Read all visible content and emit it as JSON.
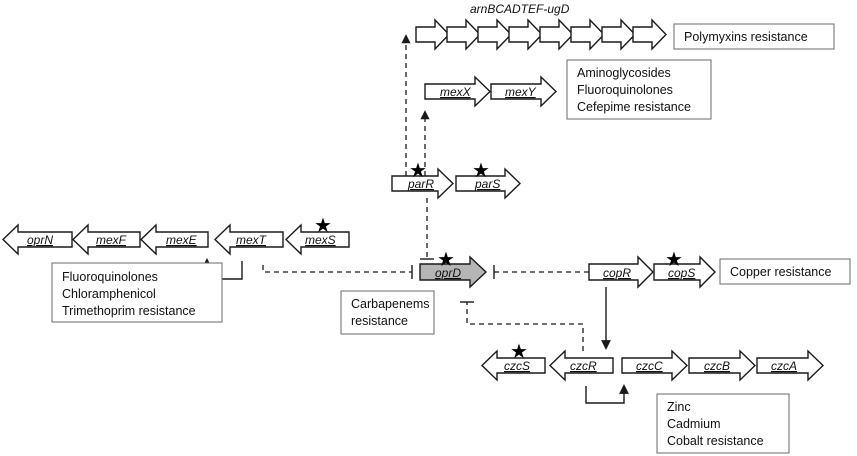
{
  "operon_title": "arnBCADTEF-ugD",
  "genes": {
    "parR": "parR",
    "parS": "parS",
    "mexX": "mexX",
    "mexY": "mexY",
    "oprN": "oprN",
    "mexF": "mexF",
    "mexE": "mexE",
    "mexT": "mexT",
    "mexS": "mexS",
    "oprD": "oprD",
    "copR": "copR",
    "copS": "copS",
    "czcS": "czcS",
    "czcR": "czcR",
    "czcC": "czcC",
    "czcB": "czcB",
    "czcA": "czcA"
  },
  "boxes": {
    "polymyxins": [
      "Polymyxins resistance"
    ],
    "aminoglycosides": [
      "Aminoglycosides",
      "Fluoroquinolones",
      "Cefepime resistance"
    ],
    "fluoroquinolones": [
      "Fluoroquinolones",
      "Chloramphenicol",
      "Trimethoprim resistance"
    ],
    "carbapenems": [
      "Carbapenems",
      "resistance"
    ],
    "copper": [
      "Copper resistance"
    ],
    "zinc": [
      "Zinc",
      "Cadmium",
      "Cobalt resistance"
    ]
  },
  "star_symbol": "★"
}
